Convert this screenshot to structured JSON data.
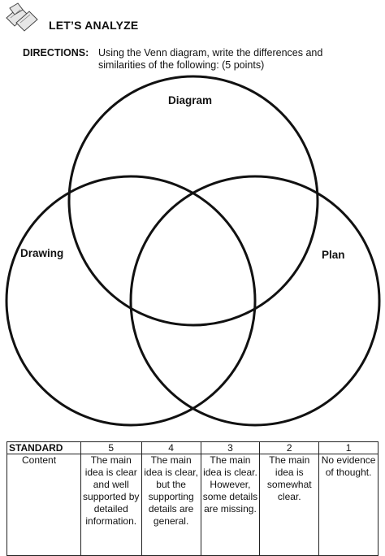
{
  "header": {
    "icon": "books-icon",
    "title": "LET’S ANALYZE"
  },
  "directions": {
    "label": "DIRECTIONS:",
    "text": "Using the Venn diagram, write the differences and similarities of the following: (5 points)"
  },
  "venn": {
    "labels": [
      "Diagram",
      "Drawing",
      "Plan"
    ]
  },
  "rubric": {
    "header": [
      "STANDARD",
      "5",
      "4",
      "3",
      "2",
      "1"
    ],
    "rows": [
      {
        "criterion": "Content",
        "cells": [
          "The main idea is clear and well supported by detailed information.",
          "The main idea is clear, but the supporting details are general.",
          "The main idea is clear. However, some details are missing.",
          "The main idea is somewhat clear.",
          "No evidence of thought."
        ]
      }
    ]
  }
}
